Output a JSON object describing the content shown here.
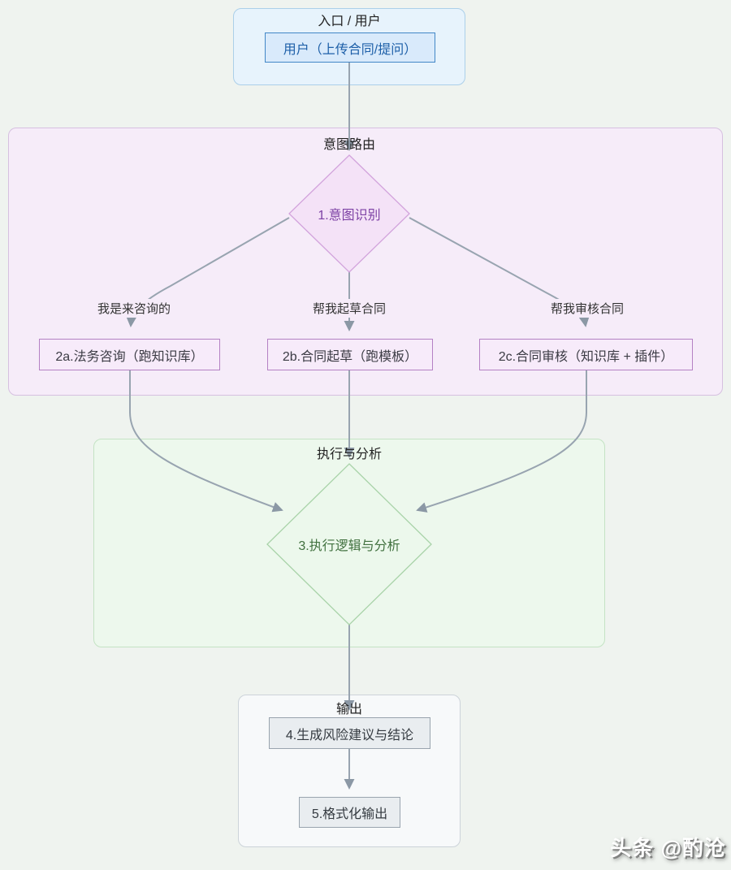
{
  "page": {
    "background": "#eff3ef",
    "watermark": "头条 @酌沧"
  },
  "clusters": {
    "entry": {
      "label": "入口 / 用户"
    },
    "routing": {
      "label": "意图路由"
    },
    "execution": {
      "label": "执行与分析"
    },
    "output": {
      "label": "输出"
    }
  },
  "nodes": {
    "user": {
      "label": "用户（上传合同/提问）"
    },
    "intent": {
      "label": "1.意图识别",
      "shape": "diamond"
    },
    "consult": {
      "label": "2a.法务咨询（跑知识库）"
    },
    "draft": {
      "label": "2b.合同起草（跑模板）"
    },
    "review": {
      "label": "2c.合同审核（知识库 + 插件）"
    },
    "execute": {
      "label": "3.执行逻辑与分析",
      "shape": "diamond"
    },
    "risk": {
      "label": "4.生成风险建议与结论"
    },
    "format": {
      "label": "5.格式化输出"
    }
  },
  "edge_labels": {
    "consult": "我是来咨询的",
    "draft": "帮我起草合同",
    "review": "帮我审核合同"
  },
  "colors": {
    "entry_fill": "#e7f3fc",
    "entry_border": "#abcfe9",
    "routing_fill": "#f6ecf9",
    "routing_border": "#d6c0e0",
    "execution_fill": "#edf8ed",
    "execution_border": "#c4e3c4",
    "output_fill": "#f7f9fa",
    "output_border": "#ccd3d9",
    "user_fill": "#d9eafb",
    "user_border": "#4287c7",
    "user_text": "#1d5fa8",
    "pink_fill": "#f7ebfa",
    "pink_border": "#b481c4",
    "diamond1_fill": "#f4e2f7",
    "diamond1_border": "#d2a3dc",
    "diamond1_text": "#7d42a5",
    "diamond3_fill": "#ecf8ec",
    "diamond3_border": "#a9d3a9",
    "diamond3_text": "#41713f",
    "gray_fill": "#e9edf0",
    "gray_border": "#99a4ae",
    "edge": "#98a4b0",
    "arrowhead": "#8b98a5"
  }
}
